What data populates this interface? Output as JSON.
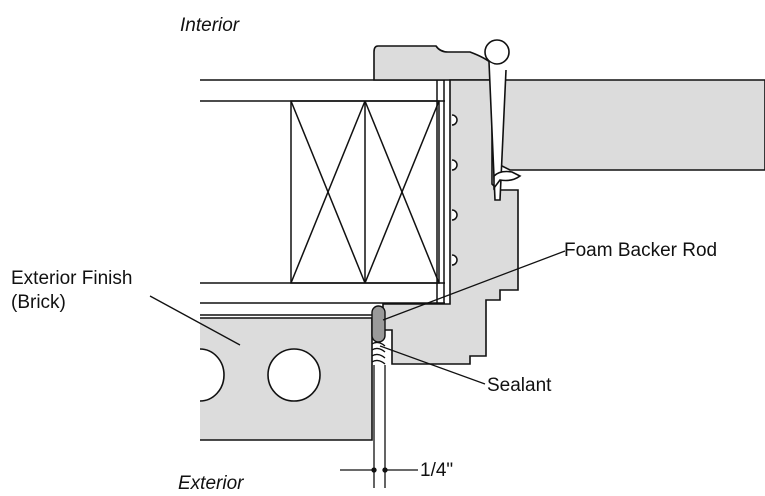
{
  "labels": {
    "interior": "Interior",
    "exterior": "Exterior",
    "exterior_finish": "Exterior Finish",
    "brick": "(Brick)",
    "foam_backer_rod": "Foam Backer Rod",
    "sealant": "Sealant",
    "gap": "1/4\""
  },
  "colors": {
    "line": "#111111",
    "fill_gray": "#dcdcdc",
    "backer_rod": "#9a9a9a",
    "background": "#ffffff"
  }
}
